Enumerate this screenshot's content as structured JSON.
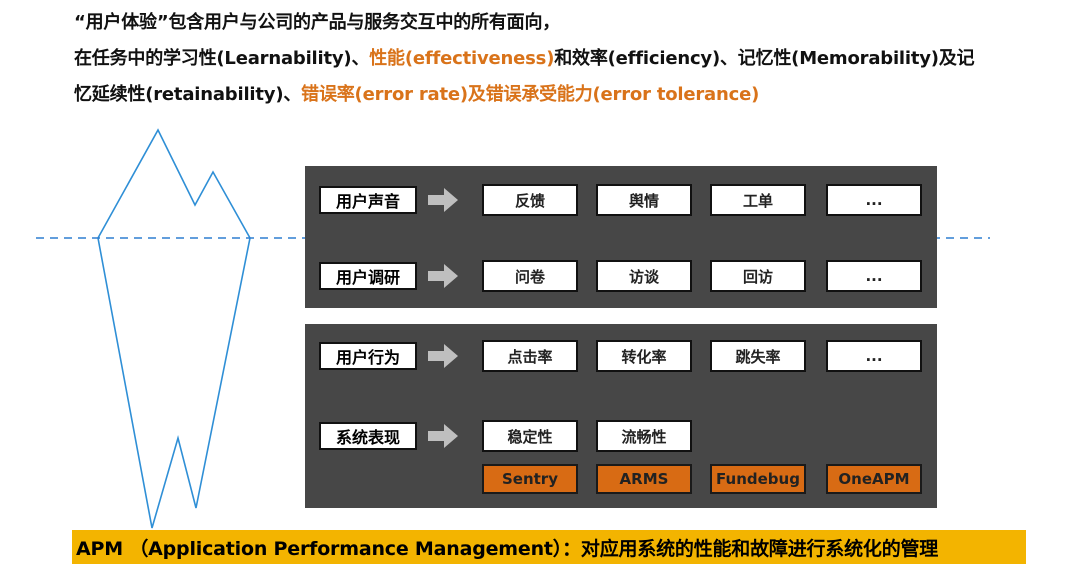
{
  "intro": {
    "line1": "“用户体验”包含用户与公司的产品与服务交互中的所有面向，",
    "line2_a": "在任务中的学习性(Learnability)、",
    "line2_b": "性能(effectiveness)",
    "line2_c": "和效率(efficiency)、记忆性(Memorability)及记",
    "line3_a": "忆延续性(retainability)、",
    "line3_b": "错误率(error rate)及错误承受能力(error tolerance)"
  },
  "colors": {
    "highlight": "#d9731a",
    "panel": "#474747",
    "tool": "#d86b14",
    "banner": "#f3b400",
    "iceberg": "#2f8fd6",
    "waterline": "#2f7fd0"
  },
  "rows": [
    {
      "label": "用户声音",
      "items": [
        "反馈",
        "舆情",
        "工单",
        "..."
      ]
    },
    {
      "label": "用户调研",
      "items": [
        "问卷",
        "访谈",
        "回访",
        "..."
      ]
    },
    {
      "label": "用户行为",
      "items": [
        "点击率",
        "转化率",
        "跳失率",
        "..."
      ]
    },
    {
      "label": "系统表现",
      "items": [
        "稳定性",
        "流畅性"
      ]
    }
  ],
  "tools": [
    "Sentry",
    "ARMS",
    "Fundebug",
    "OneAPM"
  ],
  "banner": "APM （Application Performance Management）：对应用系统的性能和故障进行系统化的管理"
}
